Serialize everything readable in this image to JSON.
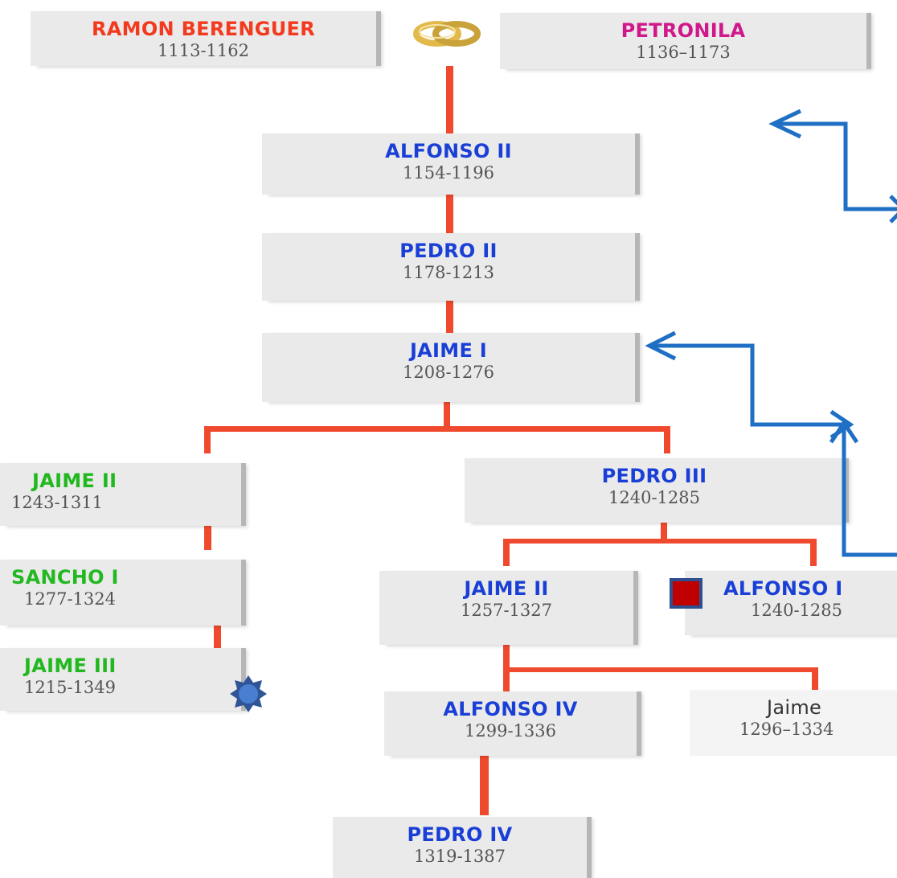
{
  "colors": {
    "line": "#f04a2e",
    "arrow": "#1f6fc4",
    "ring": "#e2b94a",
    "square": "#c00000",
    "sun": "#3f6fc0"
  },
  "people": {
    "ramon": {
      "name": "RAMON BERENGUER",
      "dates": "1113-1162"
    },
    "petronila": {
      "name": "PETRONILA",
      "dates": "1136–1173"
    },
    "alfonso2": {
      "name": "ALFONSO II",
      "dates": "1154-1196"
    },
    "pedro2": {
      "name": "PEDRO II",
      "dates": "1178-1213"
    },
    "jaime1": {
      "name": "JAIME I",
      "dates": "1208-1276"
    },
    "jaime2_left": {
      "name": "JAIME II",
      "dates": "1243-1311"
    },
    "sancho1": {
      "name": "SANCHO I",
      "dates": "1277-1324"
    },
    "jaime3": {
      "name": "JAIME III",
      "dates": "1215-1349"
    },
    "pedro3": {
      "name": "PEDRO III",
      "dates": "1240-1285"
    },
    "jaime2_right": {
      "name": "JAIME II",
      "dates": "1257-1327"
    },
    "alfonso3": {
      "name": "ALFONSO I",
      "dates": "1240-1285"
    },
    "alfonso4": {
      "name": "ALFONSO IV",
      "dates": "1299-1336"
    },
    "jaime_small": {
      "name": "Jaime",
      "dates": "1296–1334"
    },
    "pedro4": {
      "name": "PEDRO IV",
      "dates": "1319-1387"
    }
  },
  "icons": {
    "rings": "wedding-rings-icon",
    "sun": "sun-icon",
    "square": "red-square-icon"
  }
}
